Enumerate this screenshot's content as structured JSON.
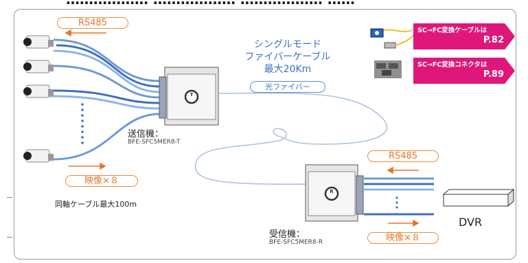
{
  "heading": "……………… ……………… ……………… ……",
  "pills": {
    "rs485_left": "RS485",
    "video_left": "映像×８",
    "optical_fiber": "光ファイバー",
    "rs485_right": "RS485",
    "video_right": "映像×８"
  },
  "fiber_label": {
    "line1": "シングルモード",
    "line2": "ファイバーケーブル",
    "line3": "最大20Km"
  },
  "transmitter": {
    "title": "送信機：",
    "model": "BFE-SFC5MER8-T",
    "mark": "T"
  },
  "receiver": {
    "title": "受信機：",
    "model": "BFE-SFC5MER8-R",
    "mark": "R"
  },
  "coax_note": "同軸ケーブル最大100m",
  "badges": [
    {
      "line1": "SC→FC変換ケーブルは",
      "line2": "P.82"
    },
    {
      "line1": "SC→FC変換コネクタは",
      "line2": "P.89"
    }
  ],
  "dvr_label": "DVR",
  "colors": {
    "accent_orange": "#f08a3a",
    "fiber_blue": "#3b72c4",
    "badge_pink": "#e0177a"
  }
}
